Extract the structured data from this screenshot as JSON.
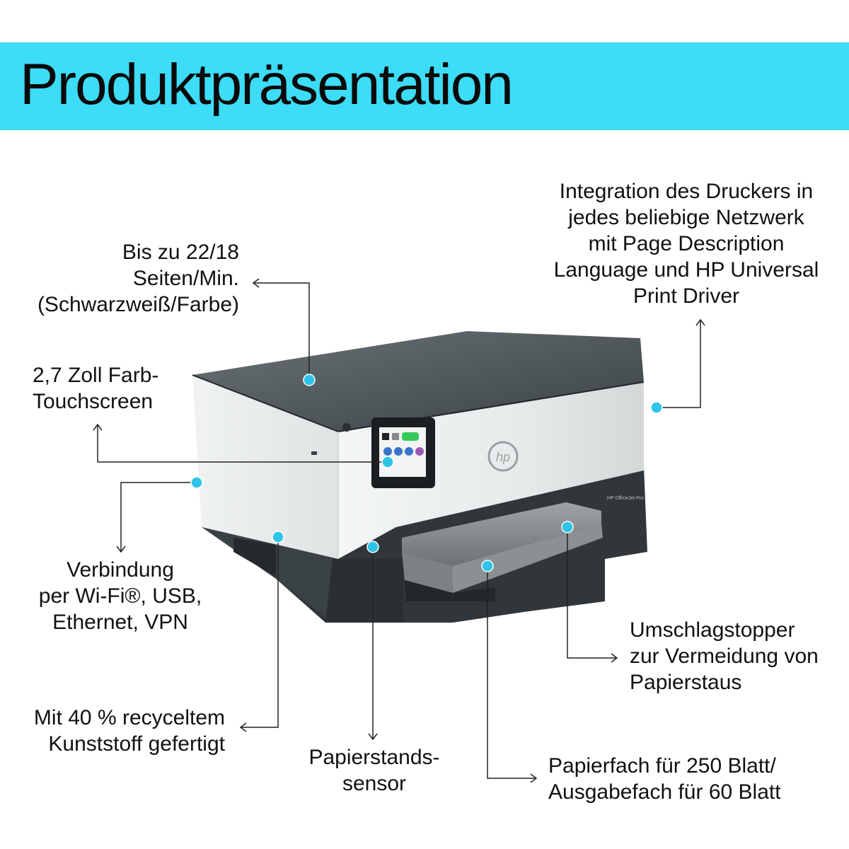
{
  "header": {
    "title": "Produktpräsentation"
  },
  "callouts": {
    "speed": "Bis zu 22/18\nSeiten/Min.\n(Schwarzweiß/Farbe)",
    "touchscreen": "2,7 Zoll Farb-\nTouchscreen",
    "network": "Integration des Druckers in\njedes beliebige Netzwerk\nmit Page Description\nLanguage und HP Universal\nPrint Driver",
    "connectivity": "Verbindung\nper Wi-Fi®, USB,\nEthernet, VPN",
    "recycled": "Mit 40 % recyceltem\nKunststoff gefertigt",
    "paper_sensor": "Papierstands-\nsensor",
    "jam_stopper": "Umschlagstopper\nzur Vermeidung von\nPapierstaus",
    "tray": "Papierfach für 250 Blatt/\nAusgabefach für 60 Blatt"
  },
  "printer": {
    "brand": "hp",
    "model_label": "HP OfficeJet Pro"
  },
  "colors": {
    "accent": "#3ddcf7",
    "dot": "#2ec4ea",
    "printer_dark": "#3d4448",
    "printer_light": "#e9ecec"
  }
}
